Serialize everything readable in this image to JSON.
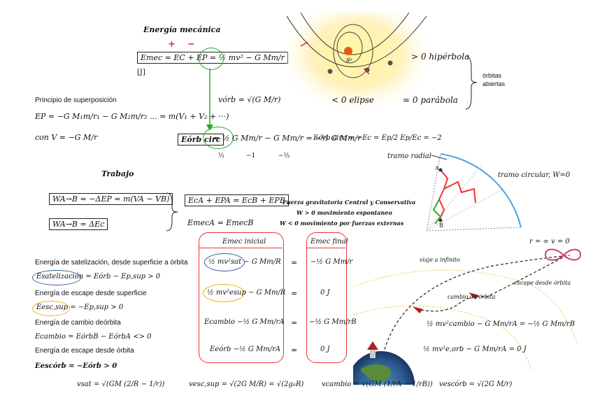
{
  "sections": {
    "energia_mecanica": "Energía mecánica",
    "principio": "Principio de superposición",
    "trabajo": "Trabajo"
  },
  "mech": {
    "plus": "+",
    "minus": "−",
    "formula": "Emec = EC + EP = ½ mv² − G Mm/r",
    "unit": "[J]"
  },
  "orbits": {
    "hyper": "> 0  hipérbola",
    "ellipse": "< 0  elipse",
    "parab": "= 0  parábola",
    "abiertas1": "órbitas",
    "abiertas2": "abiertas",
    "g0": "g₀"
  },
  "superp": {
    "ep": "EP = −G M₁m/r₁ − G M₂m/r₂ ... = m(V₁ + V₂ + ···)",
    "conv": "con V = −G M/r"
  },
  "circ": {
    "vorb": "vórb = √(G M/r)",
    "eorb": "Eórb circ",
    "eq": "= ½ G Mm/r − G Mm/r = −½ G Mm/r",
    "f1": "½",
    "f2": "−1",
    "f3": "−½",
    "rel": "Eórb circ = −Ec = Ep/2     Ep/Ec = −2"
  },
  "field": {
    "radial": "tramo radial",
    "circular": "tramo circular, W=0",
    "A": "A",
    "B": "B"
  },
  "trabajo": {
    "w1": "WA→B = −ΔEP = m(VA − VB)",
    "w2": "WA→B = ΔEc",
    "cons1": "EcA + EPA = EcB + EPB",
    "cons2": "EmecA = EmecB",
    "fuerza": "Fuerza gravitatoria Central y Conservativa",
    "pos": "W > 0  movimiento espontaneo",
    "neg": "W < 0  movimiento por fuerzas externas"
  },
  "energias": {
    "sat_title": "Energía de satelización, desde superficie a órbita",
    "sat": "Esatelización = Eórb − Ep,sup > 0",
    "esc_title": "Energía de escape desde superficie",
    "esc": "Eesc,sup = −Ep,sup > 0",
    "cambio_title": "Energía de cambio deórbita",
    "cambio": "Ecambio = EórbB − EórbA <> 0",
    "escorb_title": "Energía de escape desde órbita",
    "escorb": "Eescórb = −Eórb > 0"
  },
  "table": {
    "h_ini": "Emec inicial",
    "h_fin": "Emec final",
    "rows": [
      {
        "left": "½ mv²sat − G Mm/R",
        "eq": "=",
        "right": "−½ G Mm/r"
      },
      {
        "left": "½ mv²esup − G Mm/R",
        "eq": "=",
        "right": "0 J"
      },
      {
        "left": "Ecambio   −½ G Mm/rA",
        "eq": "=",
        "right": "−½ G Mm/rB"
      },
      {
        "left": "Eeórb   −½ G Mm/rA",
        "eq": "=",
        "right": "0 J"
      }
    ]
  },
  "traj": {
    "infinity": "r = ∞  v = 0",
    "t1": "viaje a infinito",
    "t2": "cambio de órbita",
    "t3": "escape desde órbita",
    "e1": "½ mv²cambio − G Mm/rA   =   −½ G Mm/rB",
    "e2": "½ mv²e,orb − G Mm/rA   =   0 J"
  },
  "speeds": {
    "vsat": "vsat = √(GM (2/R − 1/r))",
    "vesc": "vesc,sup = √(2G M/R) = √(2g₀R)",
    "vcambio": "vcambio = √(GM (1/rA − 1/rB))",
    "vescorb": "vescórb = √(2G M/r)"
  }
}
